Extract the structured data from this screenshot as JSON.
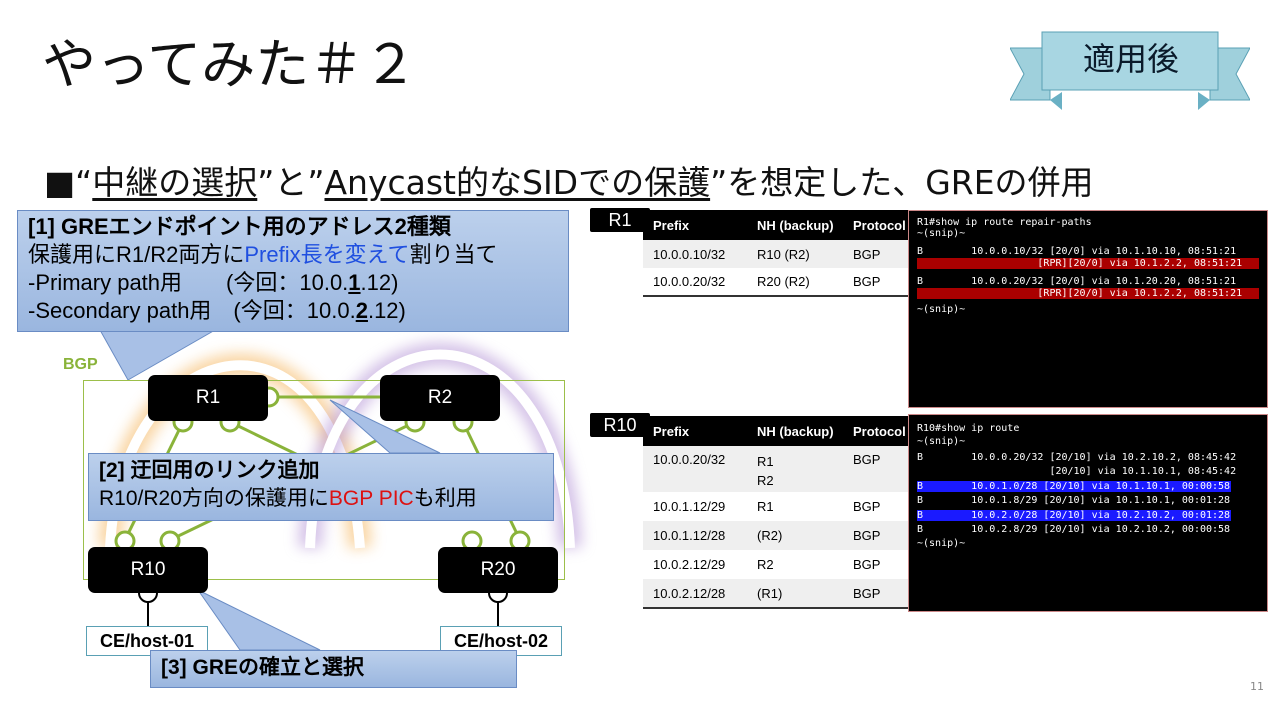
{
  "title": "やってみた＃２",
  "ribbon_label": "適用後",
  "subtitle": {
    "prefix": "■“",
    "part1": "中継の選択",
    "mid1": "”と”",
    "part2": "Anycast的なSIDでの保護",
    "suffix": "”を想定した、GREの併用"
  },
  "callout1": {
    "heading": "[1] GREエンドポイント用のアドレス2種類",
    "line2_a": "保護用にR1/R2両方に",
    "line2_b": "Prefix長を変えて",
    "line2_c": "割り当て",
    "line3_a": "-Primary path用　　(今回：10.0.",
    "line3_b": "1",
    "line3_c": ".12)",
    "line4_a": "-Secondary path用　(今回：10.0.",
    "line4_b": "2",
    "line4_c": ".12)"
  },
  "callout2": {
    "heading": "[2] 迂回用のリンク追加",
    "line2_a": "R10/R20方向の保護用に",
    "line2_b": "BGP PIC",
    "line2_c": "も利用"
  },
  "callout3": {
    "heading": "[3] GREの確立と選択"
  },
  "diagram": {
    "bgp_label": "BGP",
    "routers": {
      "r1": "R1",
      "r2": "R2",
      "r10": "R10",
      "r20": "R20"
    },
    "hosts": {
      "h1": "CE/host-01",
      "h2": "CE/host-02"
    }
  },
  "r1_section": {
    "tag": "R1",
    "headers": [
      "Prefix",
      "NH (backup)",
      "Protocol"
    ],
    "rows": [
      [
        "10.0.0.10/32",
        "R10 (R2)",
        "BGP"
      ],
      [
        "10.0.0.20/32",
        "R20 (R2)",
        "BGP"
      ]
    ],
    "terminal": [
      "R1#show ip route repair-paths",
      "~(snip)~",
      "B        10.0.0.10/32 [20/0] via 10.1.10.10, 08:51:21",
      "                    [RPR][20/0] via 10.1.2.2, 08:51:21",
      "B        10.0.0.20/32 [20/0] via 10.1.20.20, 08:51:21",
      "                    [RPR][20/0] via 10.1.2.2, 08:51:21",
      "~(snip)~"
    ]
  },
  "r10_section": {
    "tag": "R10",
    "headers": [
      "Prefix",
      "NH (backup)",
      "Protocol"
    ],
    "rows": [
      [
        "10.0.0.20/32",
        "R1",
        "BGP"
      ],
      [
        "10.0.1.12/29",
        "R1",
        "BGP"
      ],
      [
        "10.0.1.12/28",
        "(R2)",
        "BGP"
      ],
      [
        "10.0.2.12/29",
        "R2",
        "BGP"
      ],
      [
        "10.0.2.12/28",
        "(R1)",
        "BGP"
      ]
    ],
    "row0_extra": "R2",
    "terminal": [
      "R10#show ip route",
      "~(snip)~",
      "B        10.0.0.20/32 [20/10] via 10.2.10.2, 08:45:42",
      "                      [20/10] via 10.1.10.1, 08:45:42",
      "B        10.0.1.0/28 [20/10] via 10.1.10.1, 00:00:58",
      "B        10.0.1.8/29 [20/10] via 10.1.10.1, 00:01:28",
      "B        10.0.2.0/28 [20/10] via 10.2.10.2, 00:01:28",
      "B        10.0.2.8/29 [20/10] via 10.2.10.2, 00:00:58",
      "~(snip)~"
    ]
  },
  "page_number": "11",
  "colors": {
    "callout": "#9ab6df",
    "bgp": "#9cbf4a",
    "rpr_highlight": "#a00000",
    "route_highlight": "#1a1aff"
  }
}
